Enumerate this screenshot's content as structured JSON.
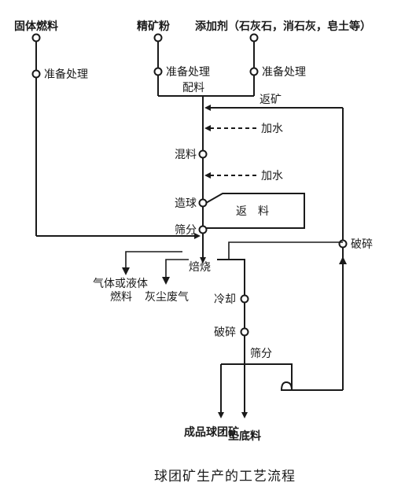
{
  "inputs": {
    "solid_fuel": "固体燃料",
    "concentrate": "精矿粉",
    "additives": "添加剂（石灰石，消石灰，皂土等）"
  },
  "steps": {
    "prep_fuel": "准备处理",
    "prep_concentrate": "准备处理",
    "prep_additives": "准备处理",
    "batching": "配料",
    "return_ore": "返矿",
    "add_water_1": "加水",
    "mixing": "混料",
    "add_water_2": "加水",
    "pelletizing": "造球",
    "return_material": "返　料",
    "screening_1": "筛分",
    "roasting": "焙烧",
    "fuel_input_line1": "气体或液体",
    "fuel_input_line2": "燃料",
    "waste_gas": "灰尘废气",
    "cooling": "冷却",
    "crushing_1": "破碎",
    "screening_2": "筛分",
    "crushing_2": "破碎"
  },
  "outputs": {
    "product": "成品球团矿",
    "bedding": "垫底料"
  },
  "caption": "球团矿生产的工艺流程"
}
